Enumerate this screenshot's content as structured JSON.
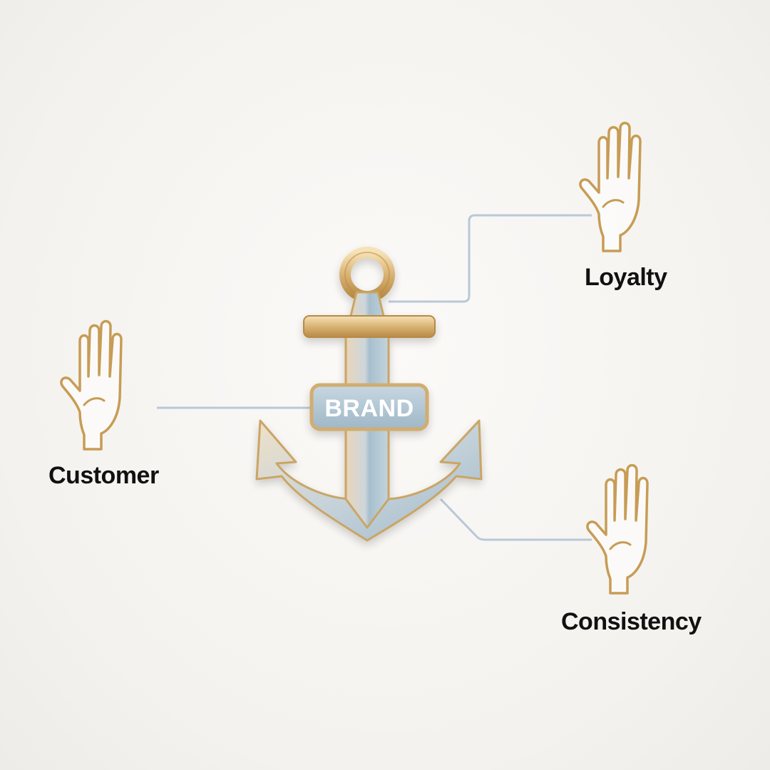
{
  "diagram": {
    "center": {
      "label": "BRAND",
      "icon": "anchor-icon"
    },
    "nodes": [
      {
        "id": "customer",
        "label": "Customer",
        "icon": "hand-icon"
      },
      {
        "id": "loyalty",
        "label": "Loyalty",
        "icon": "hand-icon"
      },
      {
        "id": "consistency",
        "label": "Consistency",
        "icon": "hand-icon"
      }
    ]
  },
  "colors": {
    "gold": "#c9a15a",
    "silver_blue": "#a9c1cf",
    "connector": "#b9c8d8",
    "text": "#111111",
    "background": "#f6f4f0"
  }
}
